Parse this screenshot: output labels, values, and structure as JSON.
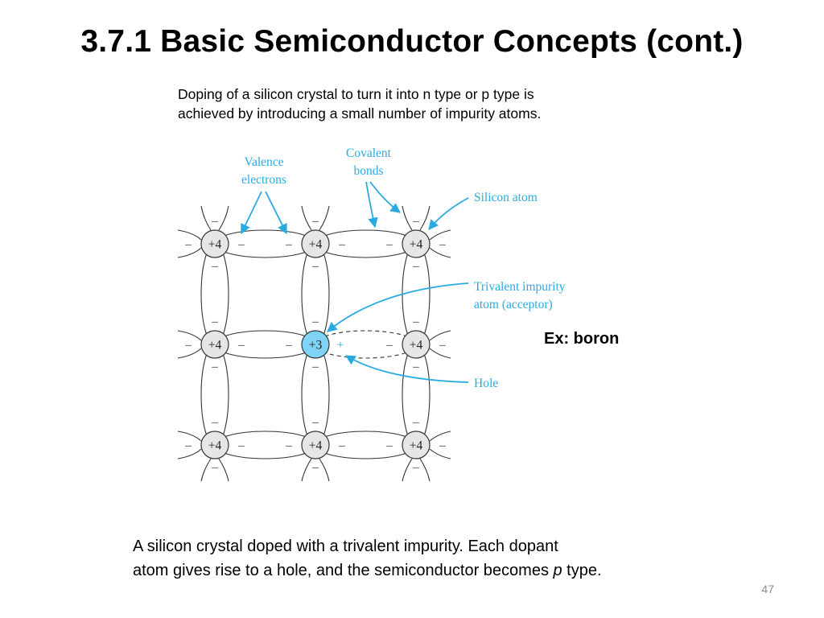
{
  "slide": {
    "title": "3.7.1 Basic Semiconductor Concepts (cont.)",
    "intro_line1": "Doping of a silicon crystal to turn it into n type or p type is",
    "intro_line2": "achieved by introducing a small number of impurity atoms.",
    "example": "Ex: boron",
    "caption_line1": "A silicon crystal doped with a trivalent impurity. Each dopant",
    "caption_line2_pre": "atom gives rise to a hole, and the semiconductor becomes ",
    "caption_line2_em": "p",
    "caption_line2_post": " type.",
    "page_number": "47"
  },
  "diagram": {
    "labels": {
      "valence_line1": "Valence",
      "valence_line2": "electrons",
      "covalent_line1": "Covalent",
      "covalent_line2": "bonds",
      "silicon_atom": "Silicon atom",
      "trivalent_line1": "Trivalent impurity",
      "trivalent_line2": "atom (acceptor)",
      "hole": "Hole"
    },
    "atoms": {
      "silicon_charge": "+4",
      "acceptor_charge": "+3"
    },
    "symbols": {
      "electron": "–",
      "hole": "+"
    },
    "colors": {
      "annotation": "#29abe2",
      "acceptor_fill": "#7fd3f5",
      "atom_fill": "#e6e6e6",
      "line": "#333333"
    }
  }
}
